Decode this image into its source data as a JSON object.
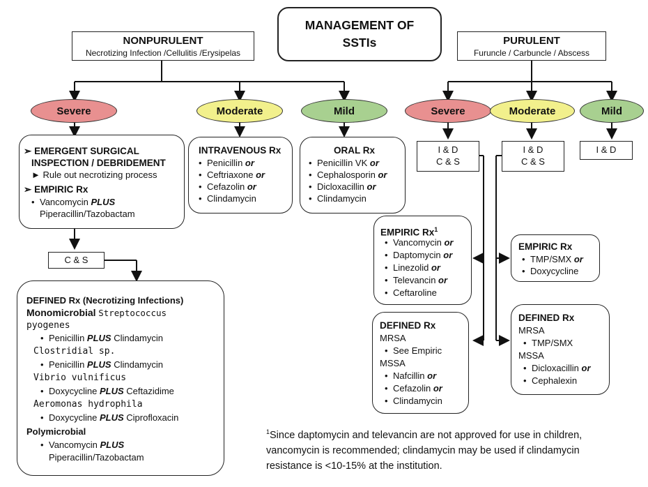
{
  "title": {
    "line1": "MANAGEMENT OF",
    "line2": "SSTIs"
  },
  "nonpurulent": {
    "label": "NONPURULENT",
    "sub": "Necrotizing Infection /Cellulitis /Erysipelas"
  },
  "purulent": {
    "label": "PURULENT",
    "sub": "Furuncle / Carbuncle / Abscess"
  },
  "np_severity": {
    "severe": "Severe",
    "moderate": "Moderate",
    "mild": "Mild"
  },
  "p_severity": {
    "severe": "Severe",
    "moderate": "Moderate",
    "mild": "Mild"
  },
  "colors": {
    "severe": "#e89090",
    "moderate": "#f2f08c",
    "mild": "#a8d090"
  },
  "severe_np": {
    "l1": "EMERGENT SURGICAL",
    "l2": "INSPECTION / DEBRIDEMENT",
    "l3": "Rule out necrotizing process",
    "l4": "EMPIRIC Rx",
    "l5a": "Vancomycin ",
    "l5b": "PLUS",
    "l6": "Piperacillin/Tazobactam"
  },
  "iv": {
    "head": "INTRAVENOUS Rx",
    "items": [
      {
        "name": "Penicillin ",
        "or": "or"
      },
      {
        "name": "Ceftriaxone ",
        "or": "or"
      },
      {
        "name": "Cefazolin ",
        "or": "or"
      },
      {
        "name": "Clindamycin",
        "or": ""
      }
    ]
  },
  "oral": {
    "head": "ORAL Rx",
    "items": [
      {
        "name": "Penicillin VK ",
        "or": "or"
      },
      {
        "name": "Cephalosporin ",
        "or": "or"
      },
      {
        "name": "Dicloxacillin ",
        "or": "or"
      },
      {
        "name": "Clindamycin",
        "or": ""
      }
    ]
  },
  "cs_np": "C & S",
  "defined_nec": {
    "head": "DEFINED Rx (Necrotizing Infections)",
    "mono_head": "Monomicrobial",
    "strep": "Streptococcus",
    "strep2": "pyogenes",
    "pen1a": "Penicillin ",
    "plus": "PLUS",
    "clinda": " Clindamycin",
    "clos": "Clostridial sp.",
    "vib": "Vibrio vulnificus",
    "doxy": "Doxycycline ",
    "ceftaz": " Ceftazidime",
    "aero": "Aeromonas hydrophila",
    "cipro": " Ciprofloxacin",
    "poly": "Polymicrobial",
    "vanco": "Vancomycin ",
    "pip": "Piperacillin/Tazobactam"
  },
  "pur_severe_box": {
    "l1": "I & D",
    "l2": "C & S"
  },
  "pur_mod_box": {
    "l1": "I & D",
    "l2": "C & S"
  },
  "pur_mild_box": "I & D",
  "empiric_severe": {
    "head": "EMPIRIC Rx",
    "sup": "1",
    "items": [
      {
        "name": "Vancomycin ",
        "or": "or"
      },
      {
        "name": "Daptomycin ",
        "or": "or"
      },
      {
        "name": "Linezolid ",
        "or": "or"
      },
      {
        "name": "Televancin ",
        "or": "or"
      },
      {
        "name": "Ceftaroline",
        "or": ""
      }
    ]
  },
  "empiric_mod": {
    "head": "EMPIRIC Rx",
    "items": [
      {
        "name": "TMP/SMX ",
        "or": "or"
      },
      {
        "name": "Doxycycline",
        "or": ""
      }
    ]
  },
  "defined_severe": {
    "head": "DEFINED Rx",
    "mrsa": "MRSA",
    "see": "See Empiric",
    "mssa": "MSSA",
    "items": [
      {
        "name": "Nafcillin ",
        "or": "or"
      },
      {
        "name": "Cefazolin ",
        "or": "or"
      },
      {
        "name": "Clindamycin",
        "or": ""
      }
    ]
  },
  "defined_mod": {
    "head": "DEFINED Rx",
    "mrsa": "MRSA",
    "tmp": "TMP/SMX",
    "mssa": "MSSA",
    "items": [
      {
        "name": "Dicloxacillin ",
        "or": "or"
      },
      {
        "name": "Cephalexin",
        "or": ""
      }
    ]
  },
  "footnote": {
    "sup": "1",
    "l1": "Since daptomycin and televancin are not approved for use in children,",
    "l2": "vancomycin is recommended; clindamycin may be used if clindamycin",
    "l3": "resistance is <10-15% at the institution."
  }
}
